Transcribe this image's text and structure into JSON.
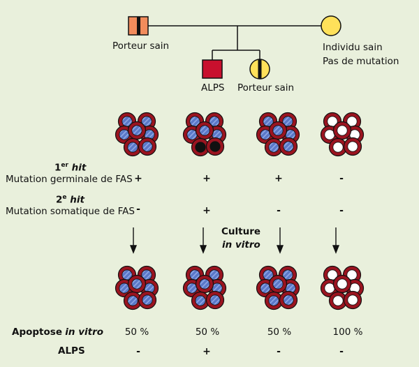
{
  "pedigree": {
    "father_label": "Porteur sain",
    "mother_label_line1": "Individu sain",
    "mother_label_line2": "Pas de mutation",
    "son_label": "ALPS",
    "daughter_label": "Porteur sain"
  },
  "rows": {
    "first_hit": {
      "prefix": "1",
      "sup": "er",
      "emph": "hit",
      "description": "Mutation germinale de FAS",
      "signs": [
        "+",
        "+",
        "+",
        "-"
      ]
    },
    "second_hit": {
      "prefix": "2",
      "sup": "e",
      "emph": "hit",
      "description": "Mutation somatique de FAS",
      "signs": [
        "-",
        "+",
        "-",
        "-"
      ]
    },
    "culture": {
      "line1": "Culture",
      "line2": "in vitro"
    },
    "apoptose": {
      "label_bold": "Apoptose",
      "label_ital": "in vitro",
      "values": [
        "50 %",
        "50 %",
        "50 %",
        "100 %"
      ]
    },
    "alps": {
      "label": "ALPS",
      "signs": [
        "-",
        "+",
        "-",
        "-"
      ]
    }
  },
  "colors": {
    "background": "#e9f0dc",
    "father_fill": "#f28c5c",
    "son_fill": "#c8102e",
    "carrier_yellow": "#ffe15a",
    "cell_membrane": "#9b1420",
    "nucleus_blue": "#5a78c8",
    "mutant_nucleus": "#111111",
    "line": "#111111"
  },
  "icons": [
    "pedigree-square-icon",
    "pedigree-circle-icon",
    "lymphocyte-cluster-icon",
    "down-arrow-icon"
  ]
}
